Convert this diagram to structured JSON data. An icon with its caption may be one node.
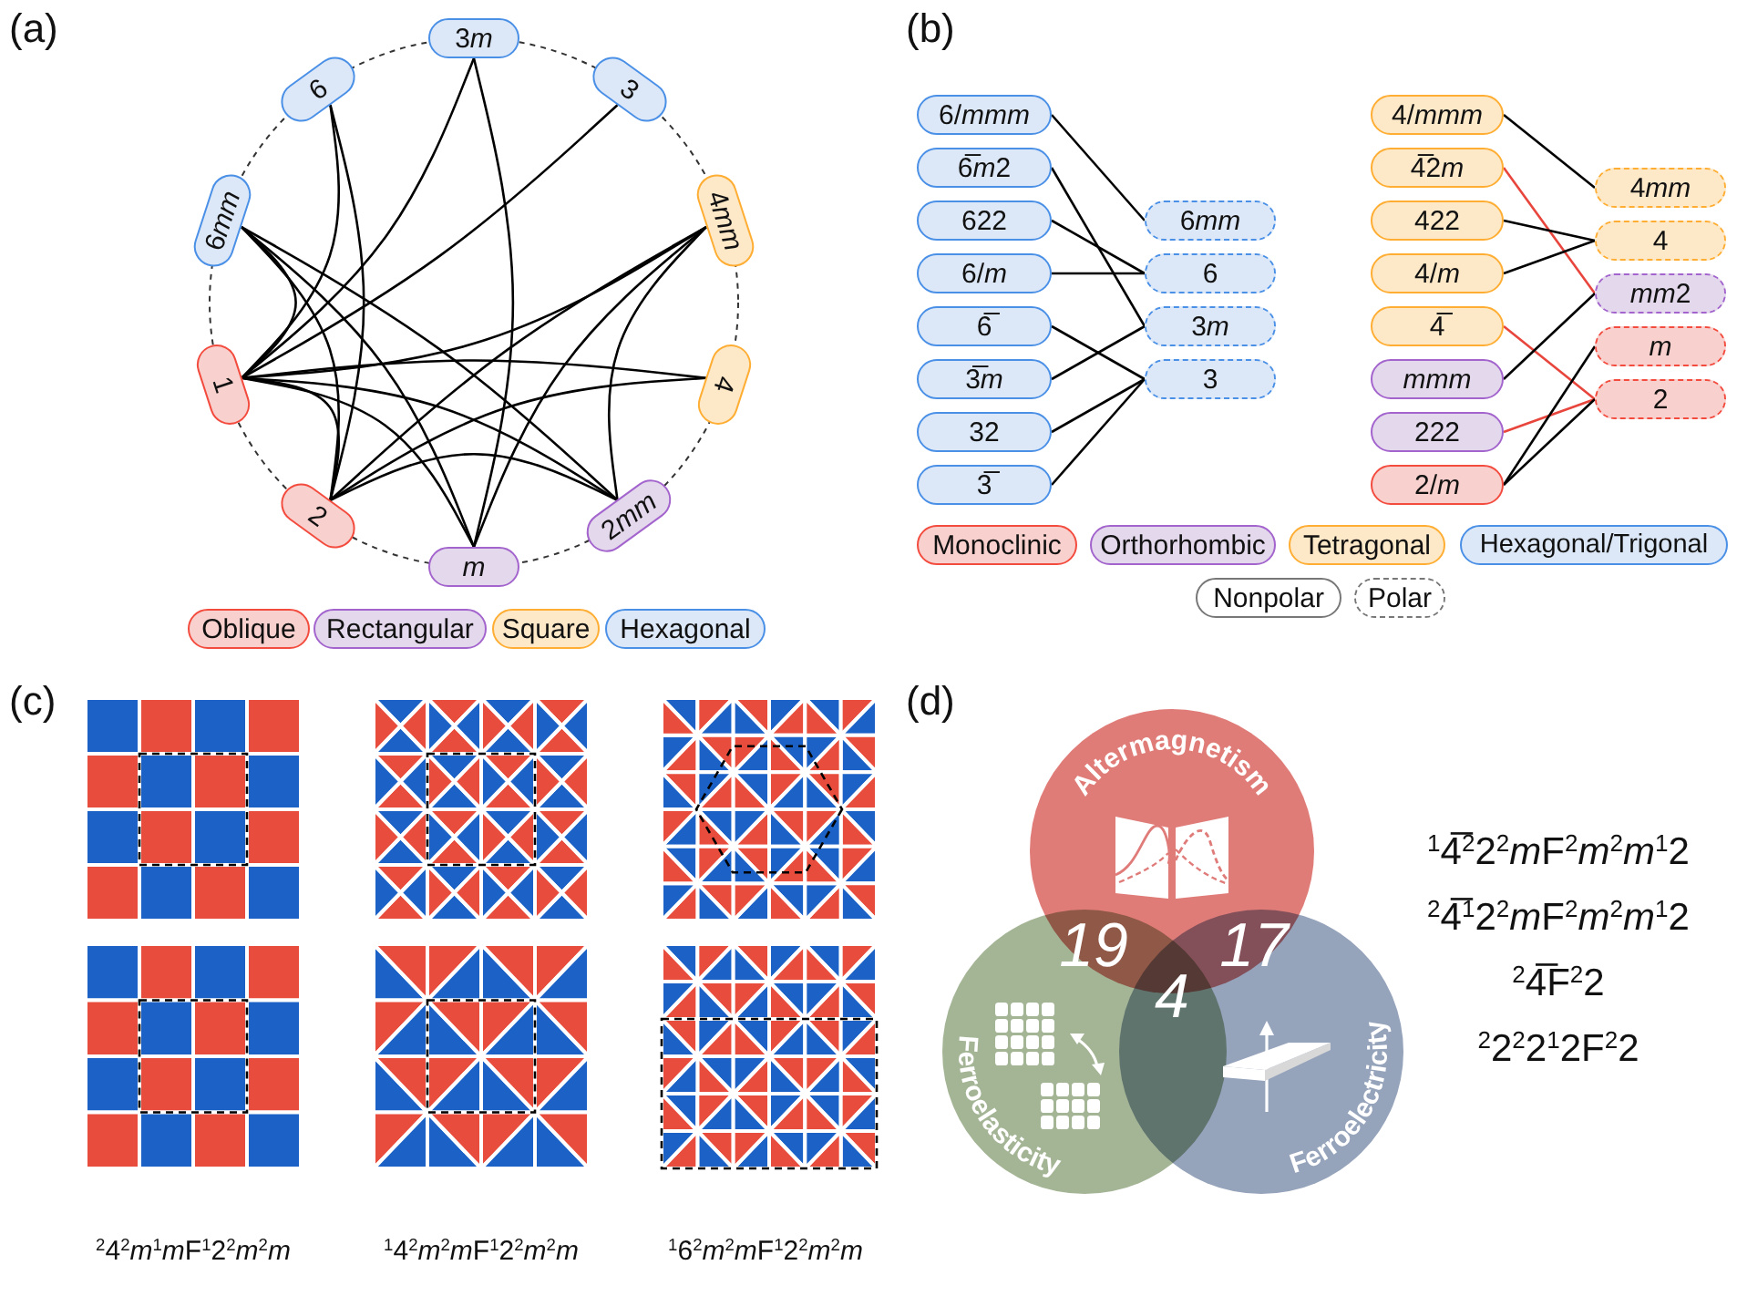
{
  "diagram": {
    "nodes": [
      {
        "text": [
          "3⁠*m*"
        ]
      },
      {
        "text": [
          "6"
        ]
      },
      {
        "text": [
          "3"
        ]
      },
      {
        "text": [
          "6⁠*mm*"
        ]
      },
      {
        "text": [
          "4⁠*mm*"
        ]
      },
      {
        "text": [
          "1"
        ]
      },
      {
        "text": [
          "4"
        ]
      },
      {
        "text": [
          "2"
        ]
      },
      {
        "text": [
          "2⁠*mm*"
        ]
      },
      {
        "text": [
          "m"
        ]
      },
      {
        "text": [
          "6/*mmm*"
        ]
      },
      {
        "text": [
          "6̅⁠*m*⁠2"
        ]
      },
      {
        "text": [
          "622"
        ]
      },
      {
        "text": [
          "6/*m*"
        ]
      },
      {
        "text": [
          "6̅"
        ]
      },
      {
        "text": [
          "3̅⁠*m*"
        ]
      },
      {
        "text": [
          "32"
        ]
      },
      {
        "text": [
          "3̅"
        ]
      },
      {
        "text": [
          "6⁠*mm*"
        ]
      },
      {
        "text": [
          "6"
        ]
      },
      {
        "text": [
          "3⁠*m*"
        ]
      },
      {
        "text": [
          "3"
        ]
      },
      {
        "text": [
          "4/*mmm*"
        ]
      },
      {
        "text": [
          "4̅2⁠*m*"
        ]
      },
      {
        "text": [
          "422"
        ]
      },
      {
        "text": [
          "4/*m*"
        ]
      },
      {
        "text": [
          "4̅"
        ]
      },
      {
        "text": [
          "mmm"
        ]
      },
      {
        "text": [
          "222"
        ]
      },
      {
        "text": [
          "2/*m*"
        ]
      },
      {
        "text": [
          "4⁠*mm*"
        ]
      },
      {
        "text": [
          "4"
        ]
      },
      {
        "text": [
          "*mm*⁠2"
        ]
      },
      {
        "text": [
          "m"
        ]
      },
      {
        "text": [
          "2"
        ]
      },
      {
        "text": [
          "Altermagnetism"
        ]
      },
      {
        "text": [
          "Ferroelasticity"
        ]
      },
      {
        "text": [
          "Ferroelectricity"
        ]
      }
    ],
    "edges": [
      {
        "from": 5,
        "to": 3,
        "arrow": "none"
      },
      {
        "from": 5,
        "to": 1,
        "arrow": "none"
      },
      {
        "from": 5,
        "to": 0,
        "arrow": "none"
      },
      {
        "from": 5,
        "to": 2,
        "arrow": "none"
      },
      {
        "from": 5,
        "to": 4,
        "arrow": "none"
      },
      {
        "from": 5,
        "to": 6,
        "arrow": "none"
      },
      {
        "from": 5,
        "to": 8,
        "arrow": "none"
      },
      {
        "from": 5,
        "to": 9,
        "arrow": "none"
      },
      {
        "from": 5,
        "to": 7,
        "arrow": "none"
      },
      {
        "from": 7,
        "to": 3,
        "arrow": "none"
      },
      {
        "from": 7,
        "to": 1,
        "arrow": "none"
      },
      {
        "from": 7,
        "to": 4,
        "arrow": "none"
      },
      {
        "from": 7,
        "to": 6,
        "arrow": "none"
      },
      {
        "from": 7,
        "to": 8,
        "arrow": "none"
      },
      {
        "from": 9,
        "to": 3,
        "arrow": "none"
      },
      {
        "from": 9,
        "to": 0,
        "arrow": "none"
      },
      {
        "from": 9,
        "to": 4,
        "arrow": "none"
      },
      {
        "from": 8,
        "to": 3,
        "arrow": "none"
      },
      {
        "from": 8,
        "to": 4,
        "arrow": "none"
      },
      {
        "from": 10,
        "to": 18,
        "arrow": "none"
      },
      {
        "from": 11,
        "to": 20,
        "arrow": "none"
      },
      {
        "from": 12,
        "to": 19,
        "arrow": "none"
      },
      {
        "from": 13,
        "to": 19,
        "arrow": "none"
      },
      {
        "from": 14,
        "to": 21,
        "arrow": "none"
      },
      {
        "from": 15,
        "to": 20,
        "arrow": "none"
      },
      {
        "from": 16,
        "to": 21,
        "arrow": "none"
      },
      {
        "from": 17,
        "to": 21,
        "arrow": "none"
      },
      {
        "from": 22,
        "to": 30,
        "arrow": "none"
      },
      {
        "from": 23,
        "to": 32,
        "arrow": "none",
        "color": "#e8453c"
      },
      {
        "from": 24,
        "to": 31,
        "arrow": "none"
      },
      {
        "from": 25,
        "to": 31,
        "arrow": "none"
      },
      {
        "from": 26,
        "to": 34,
        "arrow": "none",
        "color": "#e8453c"
      },
      {
        "from": 27,
        "to": 32,
        "arrow": "none"
      },
      {
        "from": 28,
        "to": 34,
        "arrow": "none",
        "color": "#e8453c"
      },
      {
        "from": 29,
        "to": 33,
        "arrow": "none"
      },
      {
        "from": 29,
        "to": 34,
        "arrow": "none"
      }
    ],
    "labels": [
      "(a)",
      "(b)",
      "(c)",
      "(d)",
      "19",
      "17",
      "4",
      "$^{1}$4̅$^{2}$2$^{2}$*m*⁠F$^{2}$*m*$^{2}$*m*$^{1}$2",
      "$^{2}$4̅$^{1}$2$^{2}$*m*⁠F$^{2}$*m*$^{2}$*m*$^{1}$2",
      "$^{2}$4̅F$^{2}$2",
      "$^{2}$2$^{2}$2$^{1}$2F$^{2}$2",
      "$^{2}$4$^{2}$*m*$^{1}$*m*⁠F$^{1}$2$^{2}$*m*$^{2}$*m*",
      "$^{1}$4$^{2}$*m*$^{2}$*m*⁠F$^{1}$2$^{2}$*m*$^{2}$*m*",
      "$^{1}$6$^{2}$*m*$^{2}$*m*⁠F$^{1}$2$^{2}$*m*$^{2}$*m*"
    ],
    "legend": [
      {
        "text": "Oblique",
        "color": "#f8d0cd"
      },
      {
        "text": "Rectangular",
        "color": "#e4d8ec"
      },
      {
        "text": "Square",
        "color": "#fde8c8"
      },
      {
        "text": "Hexagonal",
        "color": "#dce8f7"
      },
      {
        "text": "Monoclinic",
        "color": "#f8d0cd"
      },
      {
        "text": "Orthorhombic",
        "color": "#e4d8ec"
      },
      {
        "text": "Tetragonal",
        "color": "#fde8c8"
      },
      {
        "text": "Hexagonal/Trigonal",
        "color": "#dce8f7"
      },
      {
        "text": "Nonpolar"
      },
      {
        "text": "Polar"
      }
    ]
  }
}
